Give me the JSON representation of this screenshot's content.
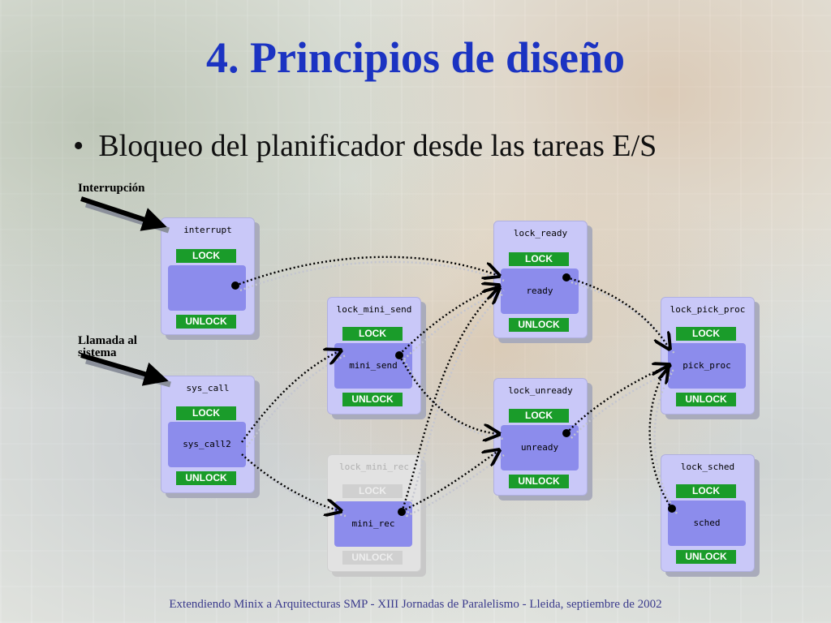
{
  "slide": {
    "title": "4. Principios de diseño",
    "bullet": "Bloqueo del planificador desde las tareas E/S",
    "footer": "Extendiendo Minix a Arquitecturas SMP - XIII Jornadas de Paralelismo - Lleida, septiembre de 2002"
  },
  "labels": {
    "interrupt_source": "Interrupción",
    "syscall_source": "Llamada al\nsistema"
  },
  "blocks": [
    {
      "id": "interrupt",
      "title": "interrupt",
      "lock": "LOCK",
      "inner": "",
      "unlock": "UNLOCK"
    },
    {
      "id": "sys_call",
      "title": "sys_call",
      "lock": "LOCK",
      "inner": "sys_call2",
      "unlock": "UNLOCK"
    },
    {
      "id": "lock_mini_send",
      "title": "lock_mini_send",
      "lock": "LOCK",
      "inner": "mini_send",
      "unlock": "UNLOCK"
    },
    {
      "id": "lock_mini_rec",
      "title": "lock_mini_rec",
      "lock": "LOCK",
      "inner": "mini_rec",
      "unlock": "UNLOCK",
      "dimmed": true
    },
    {
      "id": "lock_ready",
      "title": "lock_ready",
      "lock": "LOCK",
      "inner": "ready",
      "unlock": "UNLOCK"
    },
    {
      "id": "lock_unready",
      "title": "lock_unready",
      "lock": "LOCK",
      "inner": "unready",
      "unlock": "UNLOCK"
    },
    {
      "id": "lock_pick_proc",
      "title": "lock_pick_proc",
      "lock": "LOCK",
      "inner": "pick_proc",
      "unlock": "UNLOCK"
    },
    {
      "id": "lock_sched",
      "title": "lock_sched",
      "lock": "LOCK",
      "inner": "sched",
      "unlock": "UNLOCK"
    }
  ],
  "edges": [
    {
      "from": "interrupt",
      "to": "lock_ready"
    },
    {
      "from": "sys_call",
      "to": "lock_mini_send"
    },
    {
      "from": "sys_call",
      "to": "lock_mini_rec"
    },
    {
      "from": "lock_mini_send",
      "to": "lock_unready"
    },
    {
      "from": "lock_mini_rec",
      "to": "lock_ready"
    },
    {
      "from": "lock_mini_rec",
      "to": "lock_unready"
    },
    {
      "from": "lock_mini_send",
      "to": "lock_ready"
    },
    {
      "from": "lock_ready",
      "to": "lock_pick_proc"
    },
    {
      "from": "lock_unready",
      "to": "lock_pick_proc"
    },
    {
      "from": "lock_sched",
      "to": "lock_pick_proc"
    }
  ],
  "colors": {
    "title": "#1b33c2",
    "lock_green": "#1a9c2a",
    "block_fill": "#c9c8f8",
    "inner_fill": "#8c8cec"
  }
}
